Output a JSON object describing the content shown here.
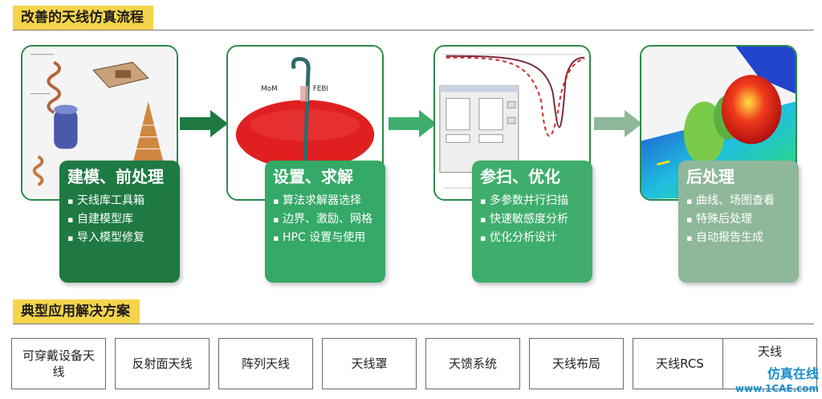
{
  "sections": {
    "workflow_title": "改善的天线仿真流程",
    "solutions_title": "典型应用解决方案"
  },
  "steps": [
    {
      "title": "建模、前处理",
      "items": [
        "天线库工具箱",
        "自建模型库",
        "导入模型修复"
      ]
    },
    {
      "title": "设置、求解",
      "items": [
        "算法求解器选择",
        "边界、激励、网格",
        "HPC 设置与使用"
      ]
    },
    {
      "title": "参扫、优化",
      "items": [
        "多参数并行扫描",
        "快速敏感度分析",
        "优化分析设计"
      ]
    },
    {
      "title": "后处理",
      "items": [
        "曲线、场图查看",
        "特殊后处理",
        "自动报告生成"
      ]
    }
  ],
  "thumb_labels": {
    "mom": "MoM",
    "febi": "FEBI"
  },
  "solutions": [
    "可穿戴设备天线",
    "反射面天线",
    "阵列天线",
    "天线罩",
    "天馈系统",
    "天线布局",
    "天线RCS",
    "天线"
  ],
  "watermark": {
    "brand": "仿真在线",
    "site": "www.1CAE.com"
  },
  "colors": {
    "header_bg": "#f6d44a",
    "step1": "#1e7a42",
    "step2": "#35a968",
    "step3": "#3fae6d",
    "step4": "#8fb89b",
    "arrow1": "#1e7a42",
    "arrow2": "#3fae6d",
    "arrow3": "#8fb89b"
  }
}
